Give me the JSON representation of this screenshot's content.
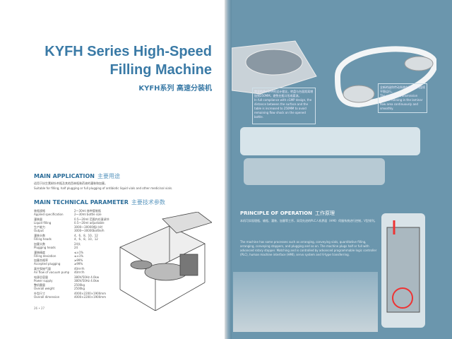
{
  "title_line1": "KYFH Series High-Speed",
  "title_line2": "Filling Machine",
  "subtitle": "KYFH系列 高速分装机",
  "application": {
    "heading": "MAIN APPLICATION",
    "heading_cn": "主要用途",
    "text_cn": "适用于抗生素粉针剂瓶及其他西林瓶装药液的灌装和加塞。",
    "text_en": "Suitable for filling, half plugging or full plugging of antibiotic liquid vials and other medicinal vials."
  },
  "parameters": {
    "heading": "MAIN TECHNICAL PARAMETER",
    "heading_cn": "主要技术参数",
    "rows": [
      {
        "cn": "装瓶规格",
        "en": "Applied specification",
        "v1": "2～30ml 各种管制瓶",
        "v2": "2～30ml bottle size"
      },
      {
        "cn": "灌装量",
        "en": "Liquid filling",
        "v1": "0.5～20ml 范围内任意调节",
        "v2": "0.5～20ml adjustable"
      },
      {
        "cn": "生产能力",
        "en": "Output",
        "v1": "3000～30000瓶/小时",
        "v2": "3000～30000bottle/h"
      },
      {
        "cn": "灌装头数",
        "en": "Filling heads",
        "v1": "4、6、8、10、12",
        "v2": "4、6、8、10、12"
      },
      {
        "cn": "加塞头数",
        "en": "Plugging heads",
        "v1": "24头",
        "v2": "24"
      },
      {
        "cn": "灌装精度",
        "en": "Filling deviation",
        "v1": "≤±1%",
        "v2": "≤±1%"
      },
      {
        "cn": "加塞合格率",
        "en": "Accepted plugging",
        "v1": "≥99%",
        "v2": "≥99%"
      },
      {
        "cn": "真空泵抽气量",
        "en": "Air flow of vacuum pump",
        "v1": "40m³/h",
        "v2": "40m³/h"
      },
      {
        "cn": "电源总容量",
        "en": "Power supply",
        "v1": "380V/50Hz 4.0kw",
        "v2": "380V/50Hz 4.0kw"
      },
      {
        "cn": "整机重量",
        "en": "Overall weight",
        "v1": "2500kg",
        "v2": "2500kg"
      },
      {
        "cn": "外型尺寸",
        "en": "Overall dimension",
        "v1": "4000×2200×1900mm",
        "v2": "4000×2200×1900mm"
      }
    ]
  },
  "page_numbers": "26 • 27",
  "callout_left": {
    "cn": "完全符合cGMP的设计理念，转盘与台面距离增加到250MM，避免在瓶口形成紊流。",
    "en": "In full compliance with cGMP design, the distance between the surface and the table is increased to 250MM to avoid remaining flow shock on the opened bottle."
  },
  "callout_right": {
    "cn": "全新的迷你传动系统在层流区内连续平稳运行。",
    "en": "The new Mini transmission system running in the laminar flow area continuously and smoothly."
  },
  "principle": {
    "heading": "PRINCIPLE OF OPERATION",
    "heading_cn": "工作原理",
    "text_cn": "本机可实现理瓶、输瓶、灌装、加塞等工序，采用先进的PLC人机界面（HMI）伺服系统进行控制，V型排列。",
    "text_en": "The machine has some processes such as arranging, conveying vials, quantitative filling, arranging, conveying stoppers, and plugging and so on. The machine plugs half or full with advanced rotary stopper. Matching and is controlled by advanced programmable logic controller (PLC), human machine interface (HMI), servo system and V-type transferring."
  }
}
